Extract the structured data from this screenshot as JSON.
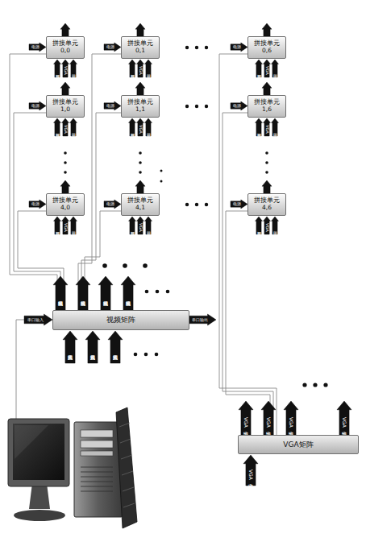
{
  "diagram": {
    "nodes": [
      {
        "text": [
          "拼接单元 0,0"
        ]
      },
      {
        "text": [
          "拼接单元 0,1"
        ]
      },
      {
        "text": [
          "拼接单元 0,6"
        ]
      },
      {
        "text": [
          "拼接单元 1,0"
        ]
      },
      {
        "text": [
          "拼接单元 1,1"
        ]
      },
      {
        "text": [
          "拼接单元 1,6"
        ]
      },
      {
        "text": [
          "拼接单元 4,0"
        ]
      },
      {
        "text": [
          "拼接单元 4,1"
        ]
      },
      {
        "text": [
          "拼接单元 4,6"
        ]
      },
      {
        "text": [
          "视频矩阵"
        ]
      },
      {
        "text": [
          "VGA矩阵"
        ]
      }
    ],
    "edges": [
      {
        "from": 9,
        "to": 0,
        "arrow": "none"
      },
      {
        "from": 9,
        "to": 3,
        "arrow": "none"
      },
      {
        "from": 9,
        "to": 6,
        "arrow": "none"
      },
      {
        "from": 9,
        "to": 1,
        "arrow": "none"
      },
      {
        "from": 9,
        "to": 4,
        "arrow": "none"
      },
      {
        "from": 9,
        "to": 7,
        "arrow": "none"
      },
      {
        "from": 10,
        "to": 2,
        "arrow": "none"
      },
      {
        "from": 10,
        "to": 5,
        "arrow": "none"
      },
      {
        "from": 10,
        "to": 8,
        "arrow": "none"
      }
    ],
    "labels": [
      "电源",
      "视频",
      "VGA",
      "串口",
      "电源",
      "视频",
      "VGA",
      "串口",
      "电源",
      "视频",
      "VGA",
      "串口",
      "电源",
      "视频",
      "VGA",
      "串口",
      "电源",
      "视频",
      "VGA",
      "串口",
      "电源",
      "视频",
      "VGA",
      "串口",
      "电源",
      "视频",
      "VGA",
      "串口",
      "电源",
      "视频",
      "VGA",
      "串口",
      "电源",
      "视频",
      "VGA",
      "串口",
      "视频输出",
      "视频输出",
      "视频输出",
      "视频输出",
      "视频输入",
      "视频输入",
      "视频输入",
      "串口输入",
      "串口输出",
      "VGA输出",
      "VGA输出",
      "VGA输出",
      "VGA输出",
      "VGA输入"
    ]
  }
}
